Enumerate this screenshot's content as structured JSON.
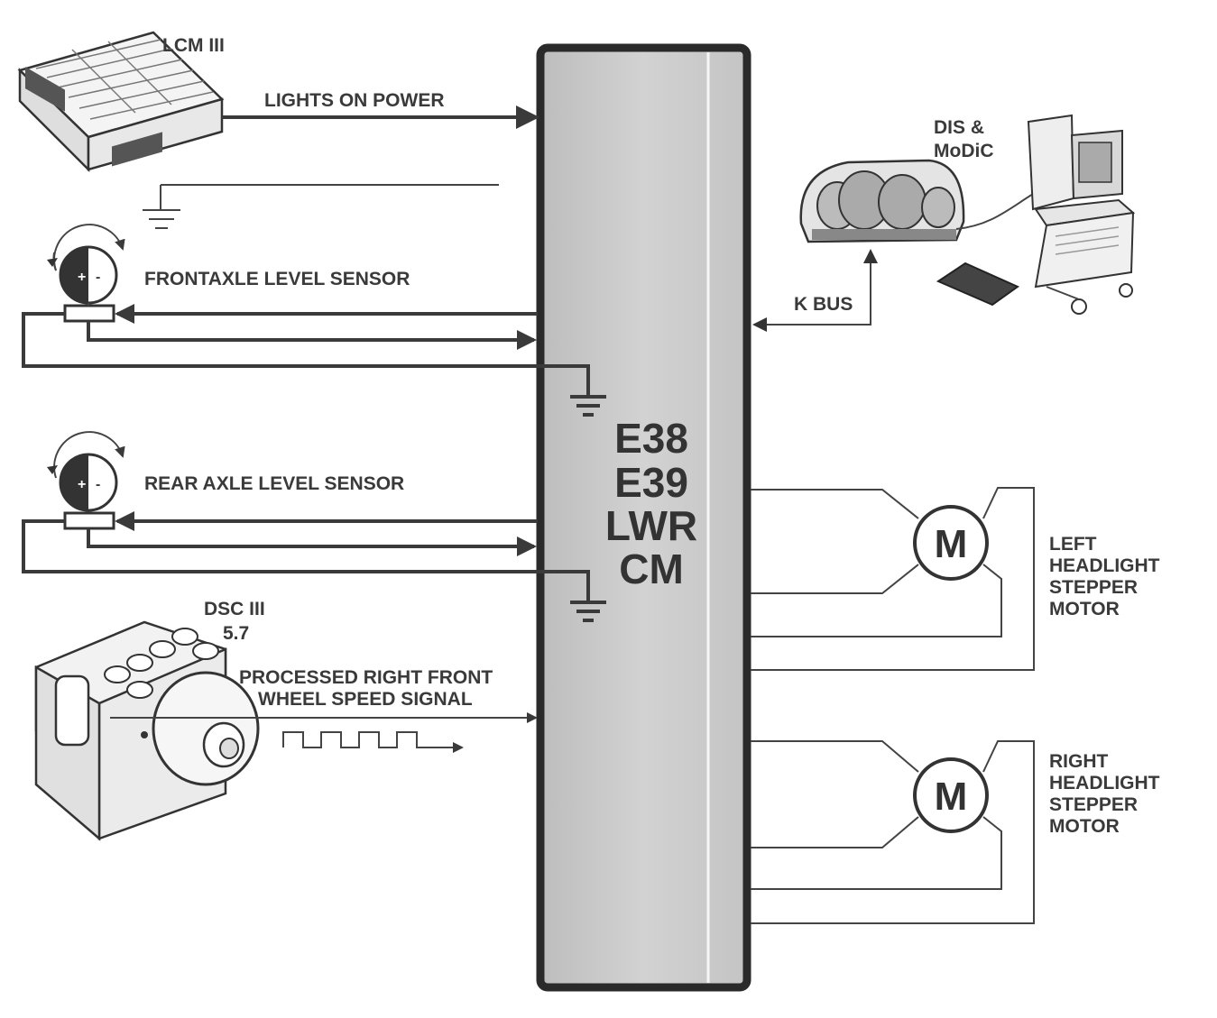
{
  "module": {
    "lines": [
      "E38",
      "E39",
      "LWR",
      "CM"
    ]
  },
  "components": {
    "lcm": "LCM III",
    "lights_on_power": "LIGHTS ON POWER",
    "dis": [
      "DIS &",
      "MoDiC"
    ],
    "k_bus": "K BUS",
    "front_sensor": "FRONTAXLE LEVEL SENSOR",
    "rear_sensor": "REAR AXLE LEVEL SENSOR",
    "dsc": [
      "DSC III",
      "5.7"
    ],
    "wheel_speed": [
      "PROCESSED RIGHT FRONT",
      "WHEEL SPEED SIGNAL"
    ],
    "motor_symbol": "M",
    "left_motor": [
      "LEFT",
      "HEADLIGHT",
      "STEPPER",
      "MOTOR"
    ],
    "right_motor": [
      "RIGHT",
      "HEADLIGHT",
      "STEPPER",
      "MOTOR"
    ],
    "sensor_plus": "+",
    "sensor_minus": "-"
  },
  "colors": {
    "module_fill": "#c9c9c9",
    "line": "#3a3a3a"
  }
}
